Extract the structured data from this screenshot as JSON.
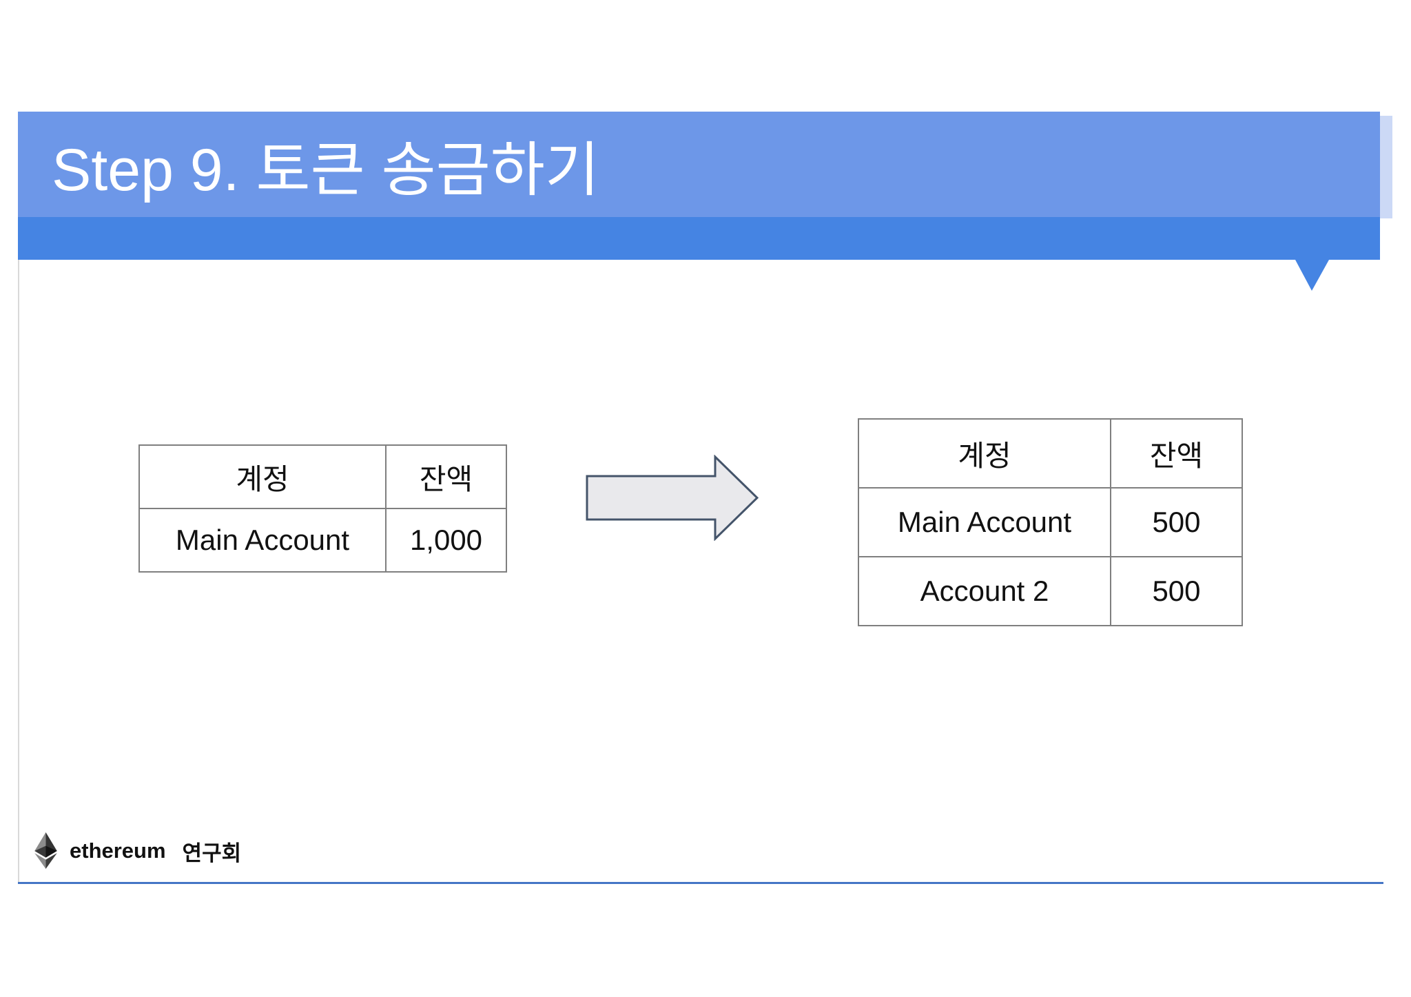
{
  "header": {
    "title": "Step 9. 토큰 송금하기"
  },
  "content": {
    "before_table": {
      "headers": [
        "계정",
        "잔액"
      ],
      "rows": [
        [
          "Main Account",
          "1,000"
        ]
      ]
    },
    "after_table": {
      "headers": [
        "계정",
        "잔액"
      ],
      "rows": [
        [
          "Main Account",
          "500"
        ],
        [
          "Account 2",
          "500"
        ]
      ]
    }
  },
  "footer": {
    "brand": "ethereum",
    "group": "연구회"
  },
  "icons": {
    "arrow": "right-arrow-icon",
    "logo": "ethereum-logo-icon",
    "pointer": "callout-pointer-down-icon"
  },
  "colors": {
    "header_light_blue": "#6d97e8",
    "header_dark_blue": "#4584e3",
    "header_shadow_blue": "#ccd9f6",
    "table_border_gray": "#7f7f7f",
    "arrow_fill": "#e9e9ec",
    "arrow_stroke": "#44546a",
    "footer_line_blue": "#4576c6"
  }
}
